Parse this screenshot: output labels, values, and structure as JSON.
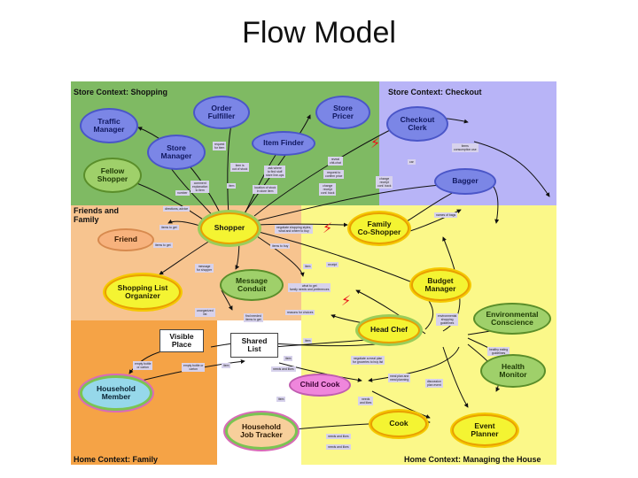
{
  "title": "Flow Model",
  "colors": {
    "shopping_context": "#7fba63",
    "checkout_context": "#b8b4f7",
    "friends_context": "#f7c48f",
    "family_context": "#f5a346",
    "house_context": "#fbf889",
    "breakdown": "#e8141a",
    "link": "#111111"
  },
  "contexts": {
    "shopping": "Store Context: Shopping",
    "checkout": "Store Context: Checkout",
    "friends": "Friends and\nFamily",
    "family": "Home Context: Family",
    "house": "Home Context: Managing the House"
  },
  "nodes": {
    "traffic_manager": "Traffic\nManager",
    "order_fulfiller": "Order\nFulfiller",
    "store_pricer": "Store\nPricer",
    "checkout_clerk": "Checkout\nClerk",
    "store_manager": "Store\nManager",
    "item_finder": "Item Finder",
    "fellow_shopper": "Fellow\nShopper",
    "bagger": "Bagger",
    "friend": "Friend",
    "shopper": "Shopper",
    "family_co_shopper": "Family\nCo-Shopper",
    "shopping_list_organizer": "Shopping List\nOrganizer",
    "message_conduit": "Message\nConduit",
    "budget_manager": "Budget\nManager",
    "environmental_conscience": "Environmental\nConscience",
    "visible_place": "Visible\nPlace",
    "shared_list": "Shared\nList",
    "head_chef": "Head Chef",
    "health_monitor": "Health\nMonitor",
    "household_member": "Household\nMember",
    "child_cook": "Child Cook",
    "household_job_tracker": "Household\nJob Tracker",
    "cook": "Cook",
    "event_planner": "Event\nPlanner"
  },
  "messages": {
    "m1": "request\nfor item",
    "m2": "item is\nout of stock",
    "m3": "ask where\nto find stuff\nstore line-ups",
    "m4": "reveal\nchit-chat",
    "m5": "request to\nconfirm price",
    "m6": "items\nconsumption use",
    "m7": "car",
    "m8": "comment\nexplanation\nto item",
    "m9": "item",
    "m10": "location of stock\nin store item",
    "m11": "change\nreceipt\nconf. back",
    "m12": "change\nreceipt\nconf. back",
    "m13": "number",
    "m14": "directions, advice",
    "m15": "names of bags",
    "m16": "items to get",
    "m17": "negotiate shopping styles,\nwhat and where to buy",
    "m18": "items to get",
    "m19": "items to buy",
    "m20": "message\nfor shopper",
    "m21": "item",
    "m22": "receipt",
    "m23": "what to get\nfamily needs and preferences",
    "m24": "unorganized\nlist",
    "m25": "find needed\nitems to get",
    "m26": "reasons for choices",
    "m27": "environmental\nshopping\nguidelines",
    "m28": "empty bottle\nor carton",
    "m29": "empty bottle or\ncarton",
    "m30": "item",
    "m31": "item",
    "m32": "item",
    "m33": "negotiate a meal plan\nfor groceries to buy list",
    "m34": "healthy eating\nguidelines",
    "m35": "needs and likes",
    "m36": "meal plan and\nmeal planning",
    "m37": "discussion\nplan event",
    "m38": "item",
    "m39": "needs\nand likes",
    "m40": "needs and likes",
    "m41": "needs and likes"
  }
}
